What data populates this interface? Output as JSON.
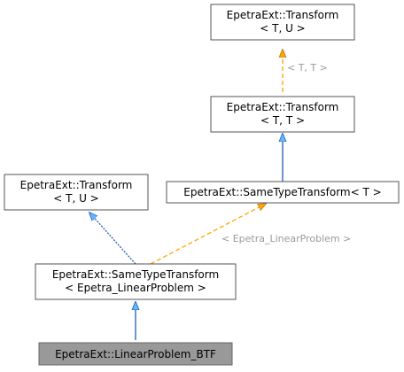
{
  "colors": {
    "node_fill": "#ffffff",
    "node_stroke": "#555555",
    "highlight_fill": "#999999",
    "highlight_stroke": "#666666",
    "inherit_edge": "#63b8ff",
    "inherit_edge_stroke": "#1c5cb6",
    "template_edge": "#ffa500",
    "template_edge_dark": "#b7791f",
    "label_gray": "#9a9a9a"
  },
  "nodes": [
    {
      "id": "transform-t-u-top",
      "lines": [
        "EpetraExt::Transform",
        "< T, U >"
      ]
    },
    {
      "id": "transform-t-t",
      "lines": [
        "EpetraExt::Transform",
        "< T, T >"
      ]
    },
    {
      "id": "transform-t-u-left",
      "lines": [
        "EpetraExt::Transform",
        "< T, U >"
      ]
    },
    {
      "id": "same-type-transform-t",
      "lines": [
        "EpetraExt::SameTypeTransform< T >"
      ]
    },
    {
      "id": "same-type-transform-lp",
      "lines": [
        "EpetraExt::SameTypeTransform",
        "< Epetra_LinearProblem >"
      ]
    },
    {
      "id": "linear-problem-btf",
      "lines": [
        "EpetraExt::LinearProblem_BTF"
      ]
    }
  ],
  "edges": [
    {
      "id": "edge-template-t-t",
      "from": "transform-t-t",
      "to": "transform-t-u-top",
      "kind": "template",
      "label": "< T, T >"
    },
    {
      "id": "edge-inherit-same-type",
      "from": "same-type-transform-t",
      "to": "transform-t-t",
      "kind": "inherit",
      "label": ""
    },
    {
      "id": "edge-inherit-lp-left",
      "from": "same-type-transform-lp",
      "to": "transform-t-u-left",
      "kind": "inherit",
      "label": ""
    },
    {
      "id": "edge-template-lp",
      "from": "same-type-transform-lp",
      "to": "same-type-transform-t",
      "kind": "template",
      "label": "< Epetra_LinearProblem >"
    },
    {
      "id": "edge-inherit-btf",
      "from": "linear-problem-btf",
      "to": "same-type-transform-lp",
      "kind": "inherit",
      "label": ""
    }
  ]
}
